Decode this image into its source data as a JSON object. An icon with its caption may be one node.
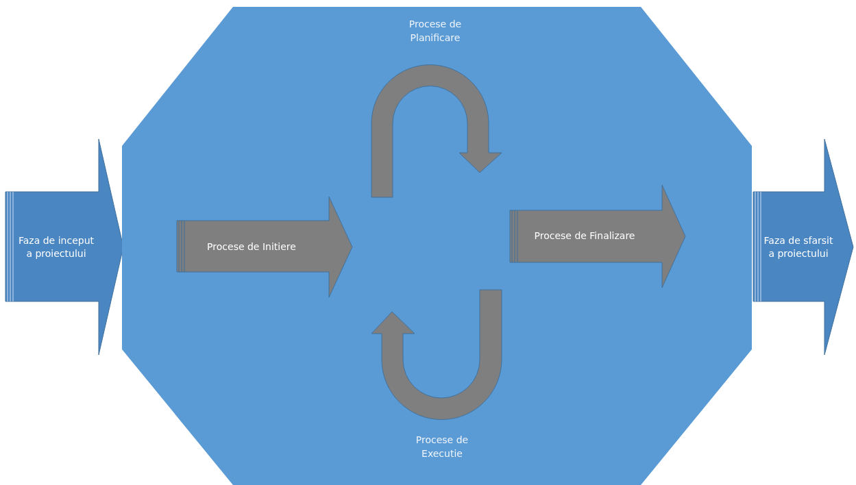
{
  "diagram": {
    "nodes": [
      {
        "text": [
          "Faza de inceput a proiectului"
        ]
      },
      {
        "text": [],
        "shape": "octagon"
      },
      {
        "text": [
          "Procese de Initiere"
        ],
        "in": 1
      },
      {
        "text": [
          "Procese de Finalizare"
        ],
        "in": 1
      },
      {
        "text": [
          "Faza de sfarsit a proiectului"
        ]
      }
    ],
    "labels": [
      "Procese de Planificare",
      "Procese de Executie"
    ]
  }
}
